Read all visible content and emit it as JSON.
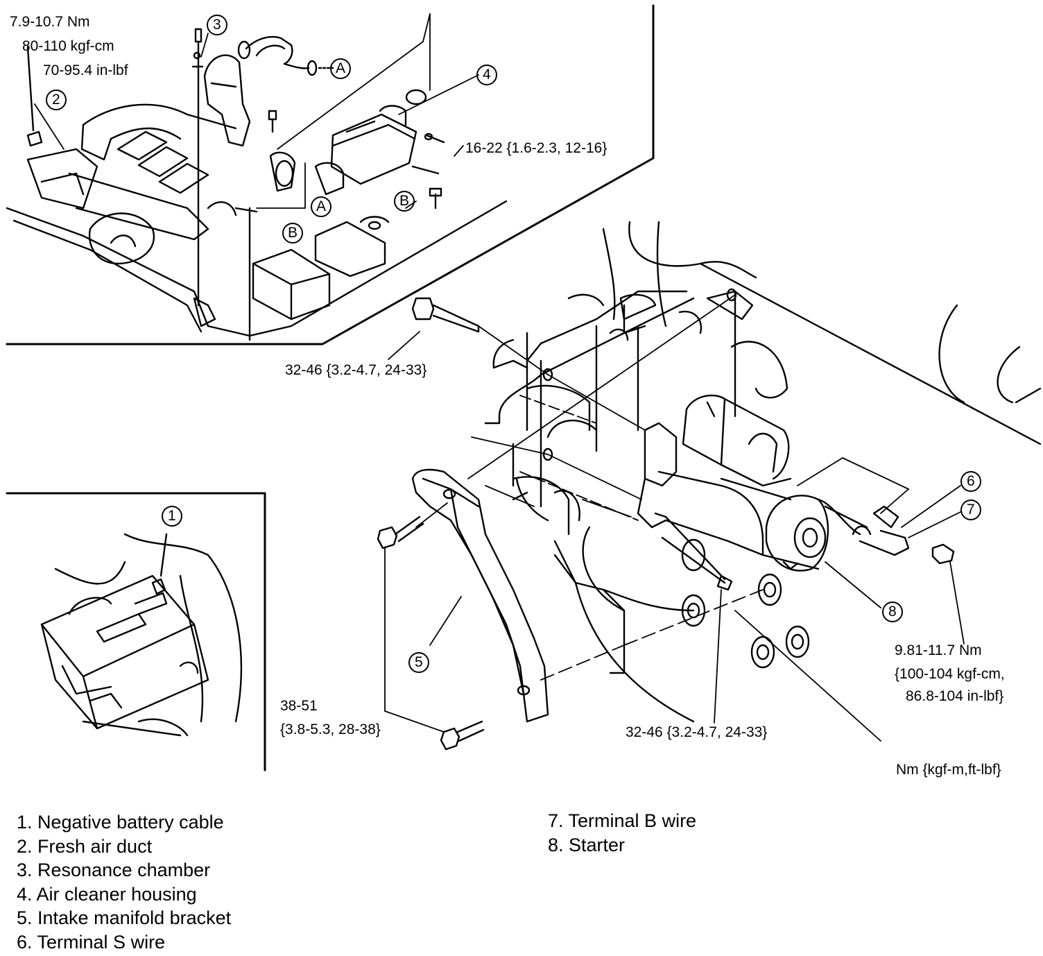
{
  "callouts": [
    "1",
    "2",
    "3",
    "4",
    "5",
    "6",
    "7",
    "8"
  ],
  "reference_marks": [
    "A",
    "A",
    "B",
    "B"
  ],
  "torque_specs": {
    "resonance_nut": [
      "7.9-10.7 Nm",
      "80-110 kgf-cm",
      "70-95.4 in-lbf"
    ],
    "air_cleaner_bolt": "16-22 {1.6-2.3, 12-16}",
    "starter_upper_bolt": "32-46 {3.2-4.7, 24-33}",
    "bracket_bolt": [
      "38-51",
      "{3.8-5.3, 28-38}"
    ],
    "starter_lower_bolt": "32-46 {3.2-4.7, 24-33}",
    "terminal_nut": [
      "9.81-11.7 Nm",
      "{100-104 kgf-cm,",
      "86.8-104 in-lbf}"
    ]
  },
  "units_note": "Nm {kgf-m,ft-lbf}",
  "legend": {
    "left": [
      "1. Negative battery cable",
      "2. Fresh air duct",
      "3. Resonance chamber",
      "4. Air cleaner housing",
      "5. Intake manifold bracket",
      "6. Terminal S wire"
    ],
    "right": [
      "7. Terminal B wire",
      "8. Starter"
    ]
  }
}
